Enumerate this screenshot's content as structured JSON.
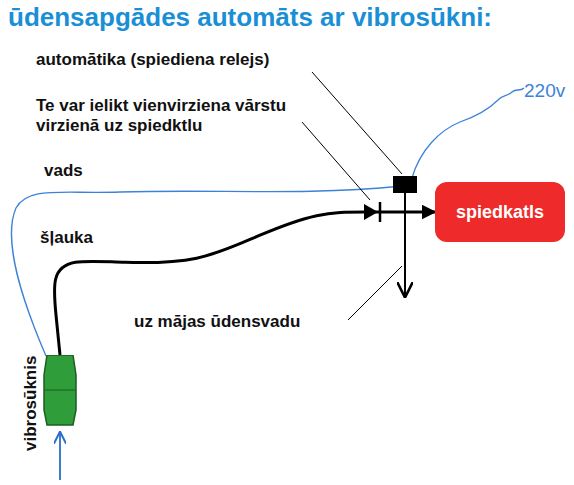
{
  "diagram": {
    "title": "ūdensapgādes automāts ar vibrosūkni:",
    "nodes": [
      {
        "text": [
          "spiedkatls"
        ]
      },
      {
        "text": [
          "vibrosūknis"
        ]
      }
    ],
    "edges": [
      {
        "from": 1,
        "to": 0,
        "arrow": "to",
        "label": "šļauka"
      }
    ],
    "labels": [
      "automātika (spiediena relejs)",
      "Te var ielikt vienvirziena vārstu virzienā uz spiedktlu",
      "220v",
      "vads",
      "uz mājas ūdensvadu"
    ]
  }
}
